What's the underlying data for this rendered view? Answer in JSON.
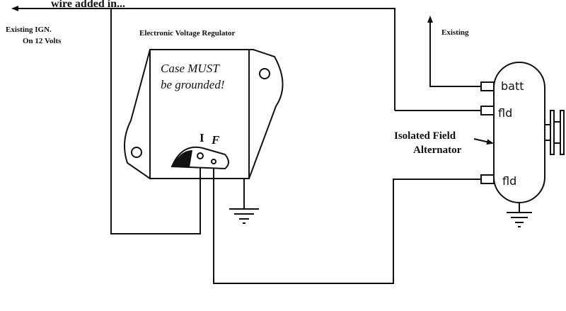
{
  "labels": {
    "wire_added": "wire added in...",
    "existing_ign_line1": "Existing   IGN.",
    "existing_ign_line2": "On 12 Volts",
    "regulator_title": "Electronic Voltage Regulator",
    "case_note_line1": "Case MUST",
    "case_note_line2": "be grounded!",
    "terminal_i": "I",
    "terminal_f": "F",
    "existing_top": "Existing",
    "batt": "batt",
    "fld_top": "fld",
    "fld_bottom": "fld",
    "isolated_line1": "Isolated Field",
    "isolated_line2": "Alternator"
  }
}
